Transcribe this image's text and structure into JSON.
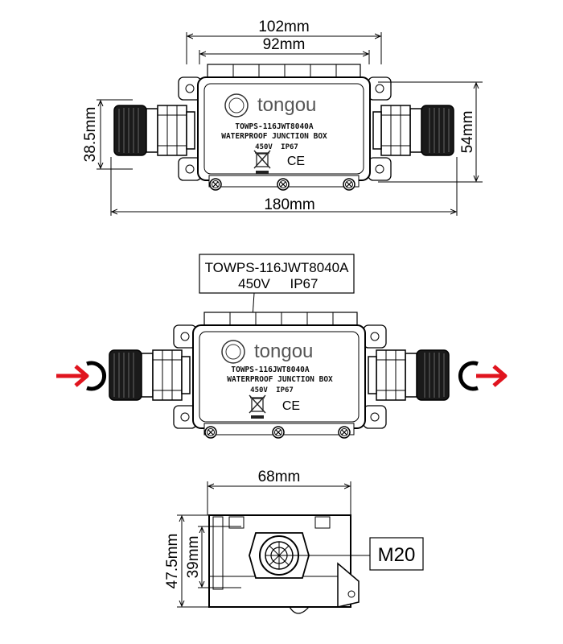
{
  "top_view": {
    "dim_width_outer": "102mm",
    "dim_width_inner": "92mm",
    "dim_height_left": "38.5mm",
    "dim_height_right": "54mm",
    "dim_total_length": "180mm"
  },
  "box_label": {
    "brand": "tongou",
    "model": "TOWPS-116JWT8040A",
    "description": "WATERPROOF JUNCTION BOX",
    "voltage": "450V",
    "rating": "IP67",
    "ce_mark": "CE",
    "weee_icon": "crossed-bin-icon"
  },
  "middle_view": {
    "callout_line1": "TOWPS-116JWT8040A",
    "callout_line2_voltage": "450V",
    "callout_line2_rating": "IP67",
    "arrow_color": "#e0141e"
  },
  "side_view": {
    "dim_width": "68mm",
    "dim_height_inner": "39mm",
    "dim_height_outer": "47.5mm",
    "thread_label": "M20"
  }
}
